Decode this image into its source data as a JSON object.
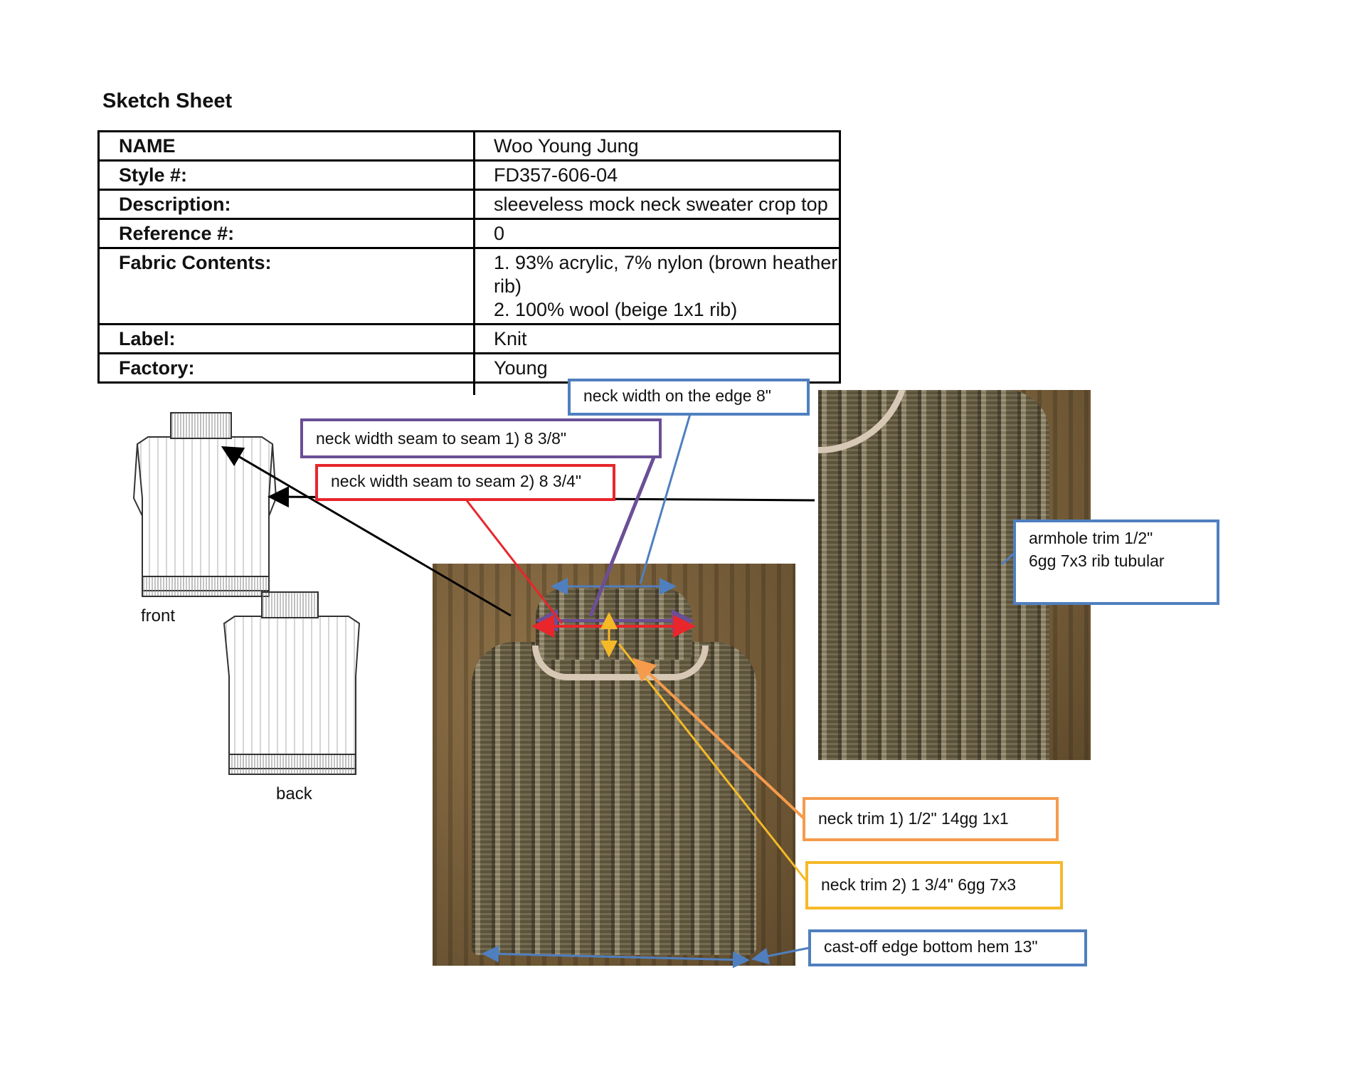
{
  "sheet": {
    "title": "Sketch Sheet"
  },
  "spec_table": [
    {
      "label": "NAME",
      "value": [
        "Woo Young Jung"
      ]
    },
    {
      "label": "Style #:",
      "value": [
        "FD357-606-04"
      ]
    },
    {
      "label": "Description:",
      "value": [
        "sleeveless mock neck sweater crop top"
      ]
    },
    {
      "label": "Reference #:",
      "value": [
        "0"
      ]
    },
    {
      "label": "Fabric Contents:",
      "value": [
        "1. 93% acrylic, 7% nylon (brown heather",
        "rib)",
        "2. 100% wool (beige 1x1 rib)"
      ]
    },
    {
      "label": "Label:",
      "value": [
        "Knit"
      ]
    },
    {
      "label": "Factory:",
      "value": [
        "Young"
      ]
    }
  ],
  "sketches": {
    "front_label": "front",
    "back_label": "back"
  },
  "callouts": {
    "neck_edge": {
      "text": "neck width on the edge 8\"",
      "color": "#4f7fbf"
    },
    "neck_seam_1": {
      "text": "neck width seam to seam 1) 8 3/8\"",
      "color": "#6b4f96"
    },
    "neck_seam_2": {
      "text": "neck width seam to seam 2) 8 3/4\"",
      "color": "#e8262b"
    },
    "armhole": {
      "line1": "armhole trim 1/2\"",
      "line2": "6gg 7x3 rib tubular",
      "color": "#4f7fbf"
    },
    "neck_trim_1": {
      "text": "neck trim 1) 1/2\" 14gg 1x1",
      "color": "#f59b4c"
    },
    "neck_trim_2": {
      "text": "neck trim 2) 1 3/4\" 6gg 7x3",
      "color": "#f5b928"
    },
    "hem": {
      "text": "cast-off edge bottom hem 13\"",
      "color": "#4f7fbf"
    }
  }
}
